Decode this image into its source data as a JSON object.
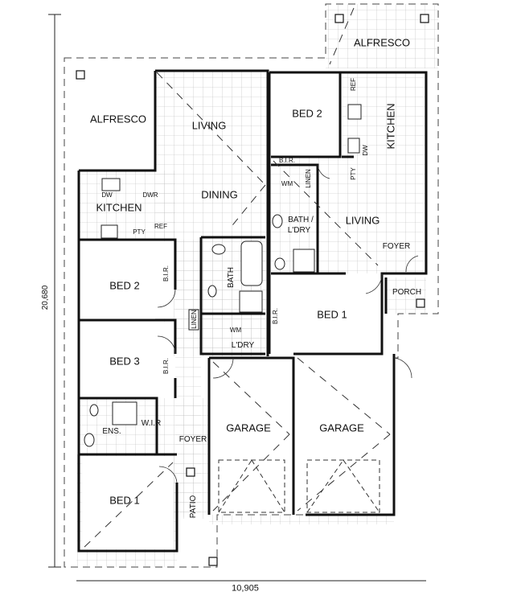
{
  "dimensions": {
    "height": "20,680",
    "width": "10,905"
  },
  "unit_left": {
    "alfresco": "ALFRESCO",
    "living": "LIVING",
    "dining": "DINING",
    "kitchen": "KITCHEN",
    "dw": "DW",
    "dwr": "DWR",
    "pty": "PTY",
    "ref": "REF",
    "bed2": "BED 2",
    "bir_bed2": "B.I.R.",
    "bath": "BATH",
    "bed3": "BED 3",
    "bir_bed3": "B.I.R.",
    "linen": "LINEN",
    "wm": "WM",
    "laundry": "L'DRY",
    "ens": "ENS.",
    "wir": "W.I.R",
    "foyer": "FOYER",
    "garage": "GARAGE",
    "bed1": "BED 1",
    "patio": "PATIO"
  },
  "unit_right": {
    "alfresco": "ALFRESCO",
    "bed2": "BED 2",
    "kitchen": "KITCHEN",
    "ref": "REF",
    "pty": "PTY",
    "dw": "DW",
    "bir": "B.I.R.",
    "wm": "WM",
    "linen": "LINEN",
    "bath_laundry_1": "BATH /",
    "bath_laundry_2": "L'DRY",
    "living": "LIVING",
    "foyer": "FOYER",
    "porch": "PORCH",
    "bed1": "BED 1",
    "bir_bed1": "B.I.R.",
    "garage": "GARAGE"
  }
}
